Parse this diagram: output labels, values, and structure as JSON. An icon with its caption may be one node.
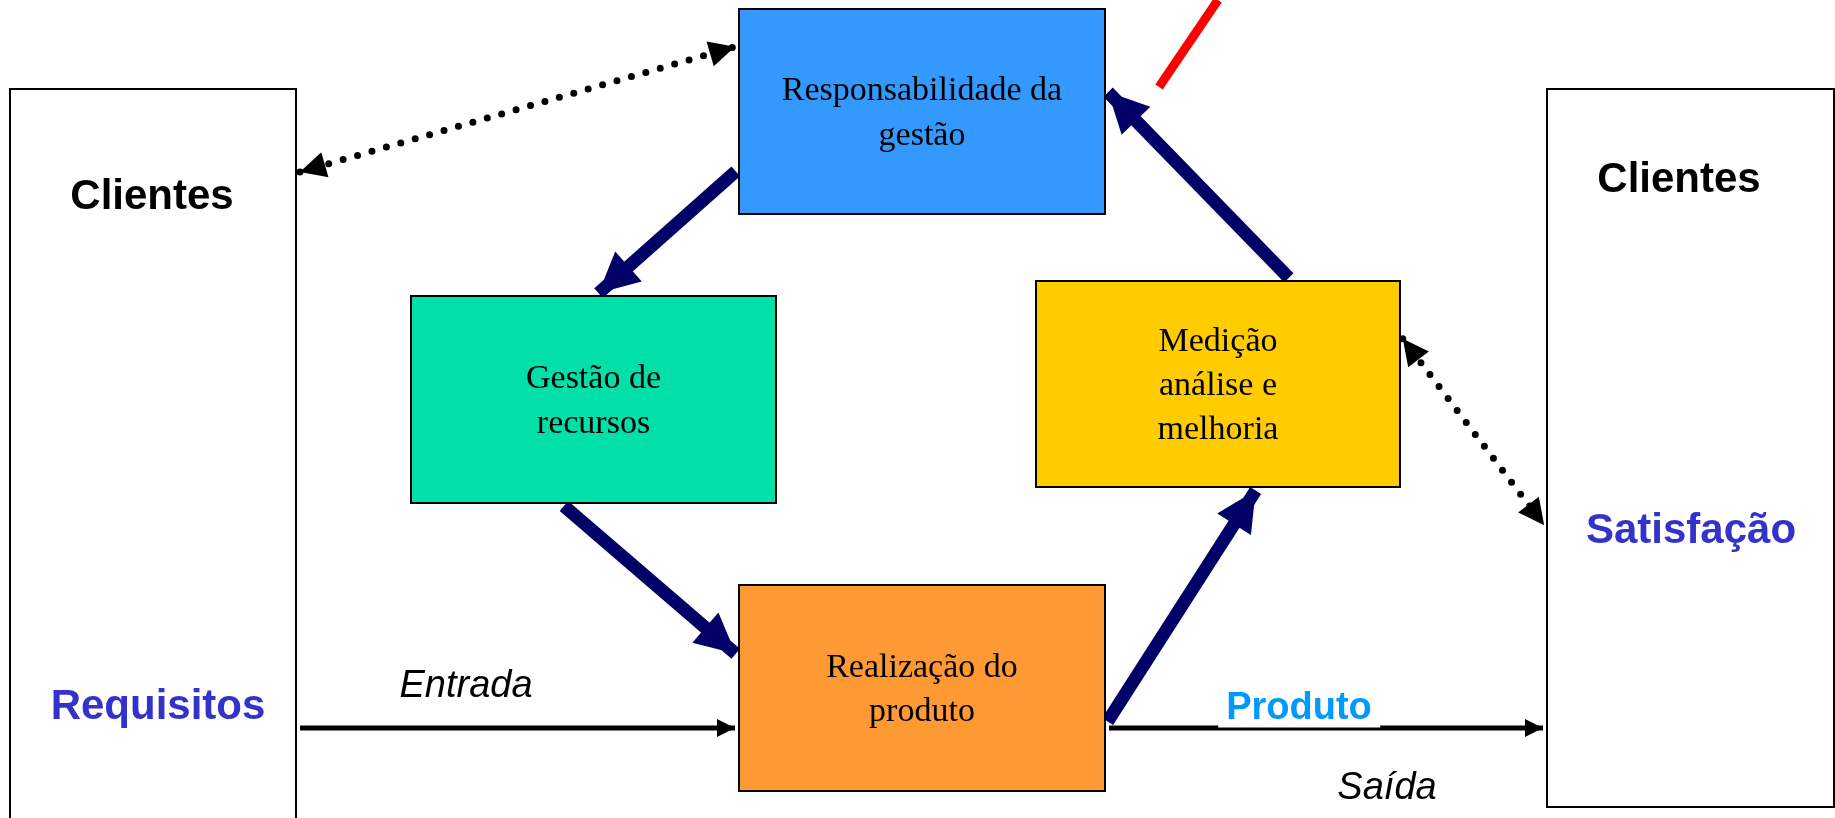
{
  "diagram": {
    "nodes": [
      {
        "text": [
          "Clientes",
          "Requisitos"
        ]
      },
      {
        "text": [
          "Responsabilidade da gestão"
        ]
      },
      {
        "text": [
          "Gestão de recursos"
        ]
      },
      {
        "text": [
          "Medição análise e melhoria"
        ]
      },
      {
        "text": [
          "Realização do produto"
        ]
      },
      {
        "text": [
          "Clientes",
          "Satisfação"
        ]
      }
    ],
    "edges": [
      {
        "from": 0,
        "to": 1,
        "arrow": "both",
        "style": "dashed",
        "color": "#000000"
      },
      {
        "from": 1,
        "to": 2,
        "arrow": "to",
        "style": "thick",
        "color": "#000066"
      },
      {
        "from": 2,
        "to": 4,
        "arrow": "to",
        "style": "thick",
        "color": "#000066"
      },
      {
        "from": 4,
        "to": 3,
        "arrow": "to",
        "style": "thick",
        "color": "#000066"
      },
      {
        "from": 3,
        "to": 1,
        "arrow": "to",
        "style": "thick",
        "color": "#000066"
      },
      {
        "from": 3,
        "to": 5,
        "arrow": "both",
        "style": "dashed",
        "color": "#000000"
      },
      {
        "from": 0,
        "to": 4,
        "arrow": "to",
        "label": "Entrada",
        "color": "#000000"
      },
      {
        "from": 4,
        "to": 5,
        "arrow": "to",
        "label": "Produto",
        "color": "#000000"
      }
    ],
    "labels": [
      "Saída"
    ]
  }
}
